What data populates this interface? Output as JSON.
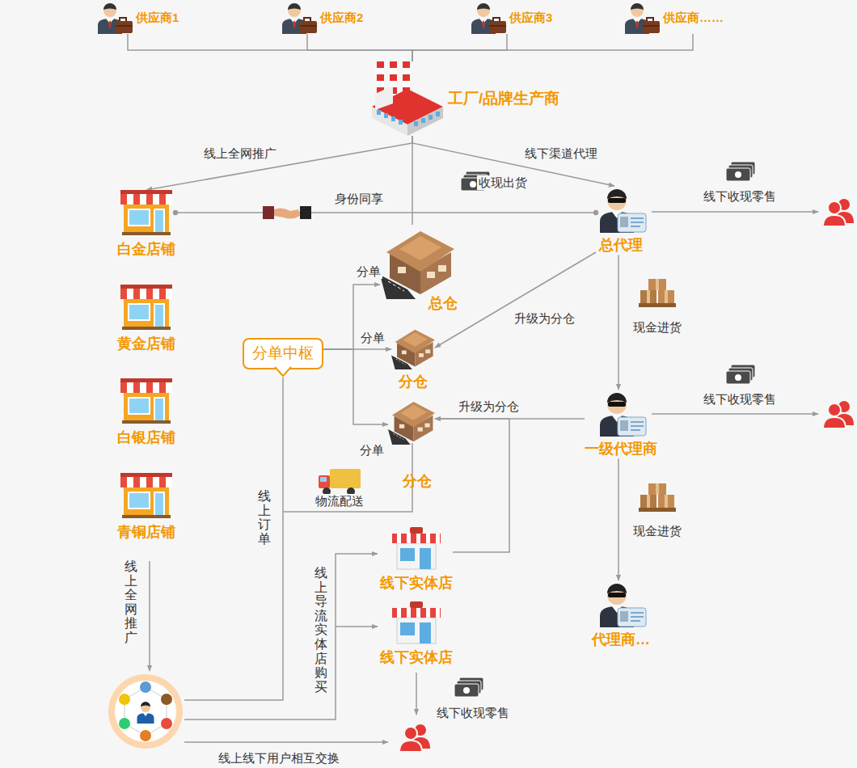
{
  "diagram": {
    "nodes": [
      {
        "text": [
          "供应商1"
        ]
      },
      {
        "text": [
          "供应商2"
        ]
      },
      {
        "text": [
          "供应商3"
        ]
      },
      {
        "text": [
          "供应商……"
        ]
      },
      {
        "text": [
          "工厂/品牌生产商"
        ]
      },
      {
        "text": [
          "白金店铺"
        ]
      },
      {
        "text": [
          "总代理"
        ]
      },
      {
        "text": [
          "总仓"
        ]
      },
      {
        "text": [
          "黄金店铺"
        ]
      },
      {
        "text": [
          "分单中枢"
        ]
      },
      {
        "text": [
          "分仓"
        ]
      },
      {
        "text": [
          "白银店铺"
        ]
      },
      {
        "text": [
          "一级代理商"
        ]
      },
      {
        "text": [
          "分仓"
        ]
      },
      {
        "text": [
          "青铜店铺"
        ]
      },
      {
        "text": [
          "线下实体店"
        ]
      },
      {
        "text": [
          "代理商…"
        ]
      },
      {
        "text": [
          "线下实体店"
        ]
      }
    ],
    "edges": [
      {
        "from": 0,
        "to": 4,
        "arrow": "none"
      },
      {
        "from": 1,
        "to": 4,
        "arrow": "none"
      },
      {
        "from": 2,
        "to": 4,
        "arrow": "none"
      },
      {
        "from": 3,
        "to": 4,
        "arrow": "none"
      },
      {
        "from": 4,
        "to": 5,
        "label": "线上全网推广",
        "arrow": "to"
      },
      {
        "from": 4,
        "to": 6,
        "label": "线下渠道代理",
        "arrow": "to"
      },
      {
        "from": 4,
        "to": 7,
        "arrow": "none"
      },
      {
        "from": 5,
        "to": 6,
        "label": "身份同享",
        "arrow": "none"
      },
      {
        "from": 6,
        "to": 10,
        "label": "升级为分仓",
        "arrow": "to"
      },
      {
        "from": 6,
        "to": 12,
        "label": "现金进货",
        "arrow": "to"
      },
      {
        "from": 9,
        "to": 7,
        "label": "分单",
        "arrow": "to"
      },
      {
        "from": 9,
        "to": 10,
        "label": "分单",
        "arrow": "to"
      },
      {
        "from": 9,
        "to": 13,
        "label": "分单",
        "arrow": "to"
      },
      {
        "from": 12,
        "to": 13,
        "label": "升级为分仓",
        "arrow": "to"
      },
      {
        "from": 12,
        "to": 16,
        "label": "现金进货",
        "arrow": "to"
      },
      {
        "from": 15,
        "to": 13,
        "arrow": "to"
      }
    ],
    "labels": [
      "收现出货",
      "线下收现零售",
      "线下收现零售",
      "物流配送",
      "线上订单",
      "线上全网推广",
      "线上导流实体店购买",
      "线下收现零售",
      "线上线下用户相互交换"
    ]
  }
}
